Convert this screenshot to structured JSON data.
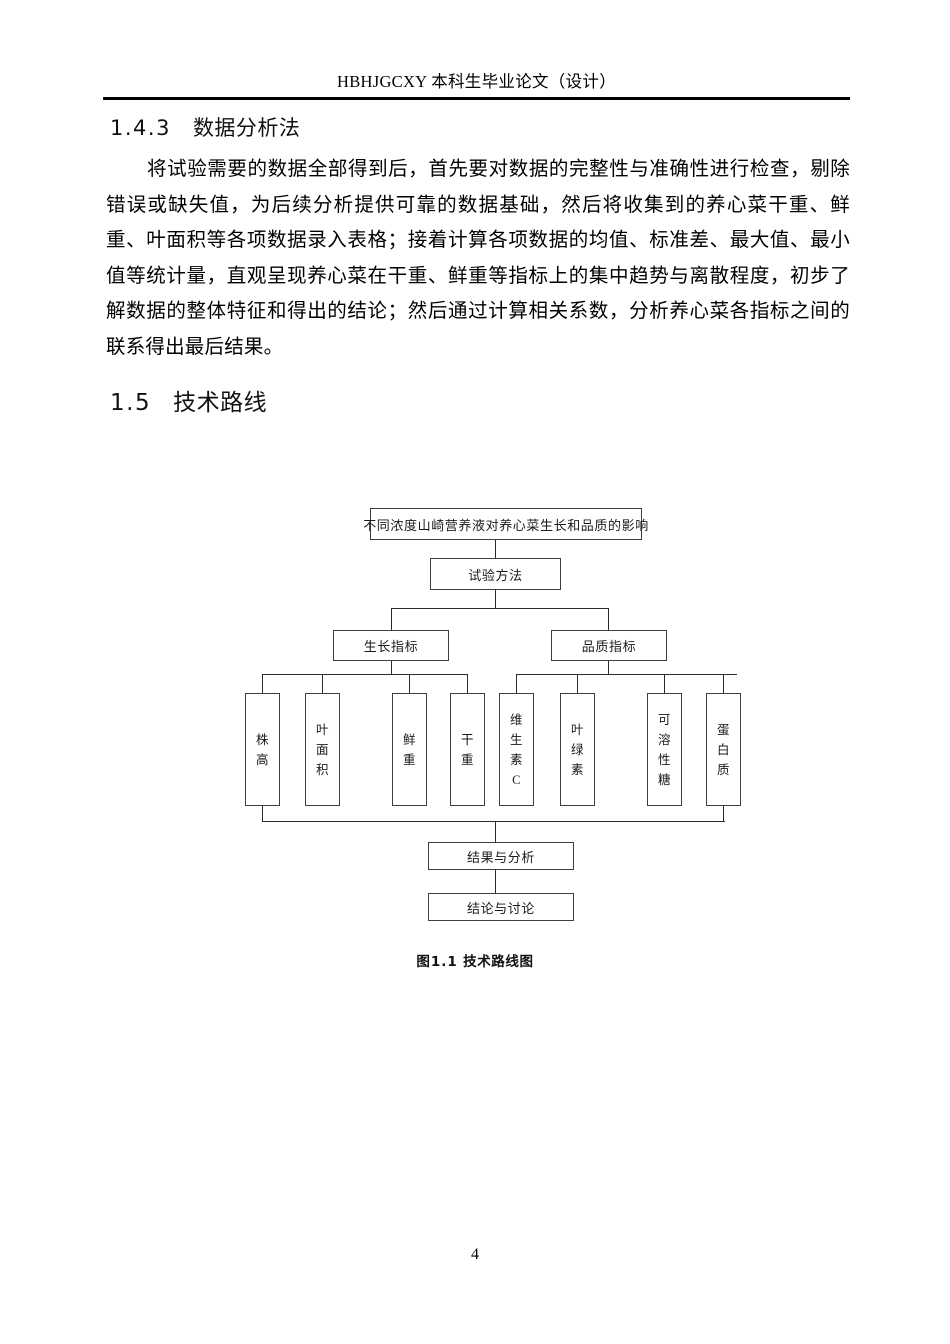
{
  "header": {
    "running_title": "HBHJGCXY 本科生毕业论文（设计）"
  },
  "headings": {
    "section_143_number": "1.4.3",
    "section_143_title": "数据分析法",
    "section_15_number": "1.5",
    "section_15_title": "技术路线"
  },
  "body": {
    "paragraph_1": "将试验需要的数据全部得到后，首先要对数据的完整性与准确性进行检查，剔除错误或缺失值，为后续分析提供可靠的数据基础，然后将收集到的养心菜干重、鲜重、叶面积等各项数据录入表格；接着计算各项数据的均值、标准差、最大值、最小值等统计量，直观呈现养心菜在干重、鲜重等指标上的集中趋势与离散程度，初步了解数据的整体特征和得出的结论；然后通过计算相关系数，分析养心菜各指标之间的联系得出最后结果。"
  },
  "figure": {
    "caption_number": "图1.1",
    "caption_title": "技术路线图",
    "nodes": {
      "root": "不同浓度山崎营养液对养心菜生长和品质的影响",
      "method": "试验方法",
      "branch_growth": "生长指标",
      "branch_quality": "品质指标",
      "growth_items": [
        "株高",
        "叶面积",
        "鲜重",
        "干重"
      ],
      "quality_items": [
        "维生素C",
        "叶绿素",
        "可溶性糖",
        "蛋白质"
      ],
      "results": "结果与分析",
      "conclusion": "结论与讨论"
    }
  },
  "footer": {
    "page_number": "4"
  }
}
